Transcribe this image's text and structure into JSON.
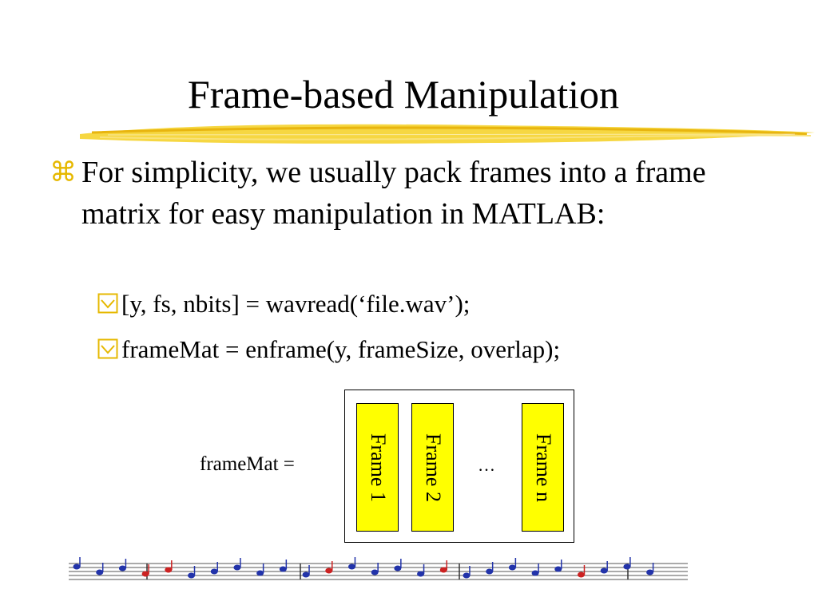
{
  "slide": {
    "title": "Frame-based Manipulation",
    "accent_color": "#e6b800",
    "bullet": {
      "icon": "command-key-icon",
      "text": "For simplicity, we usually pack frames into a frame matrix for easy manipulation in MATLAB:"
    },
    "sub_bullets": [
      {
        "icon": "checkbox-icon",
        "text": "[y, fs, nbits] = wavread(‘file.wav’);"
      },
      {
        "icon": "checkbox-icon",
        "text": "frameMat = enframe(y, frameSize, overlap);"
      }
    ],
    "diagram": {
      "matrix_label": "frameMat =",
      "frames": [
        "Frame 1",
        "Frame 2",
        "Frame n"
      ],
      "ellipsis": "…",
      "frame_color": "#ffff00"
    }
  }
}
